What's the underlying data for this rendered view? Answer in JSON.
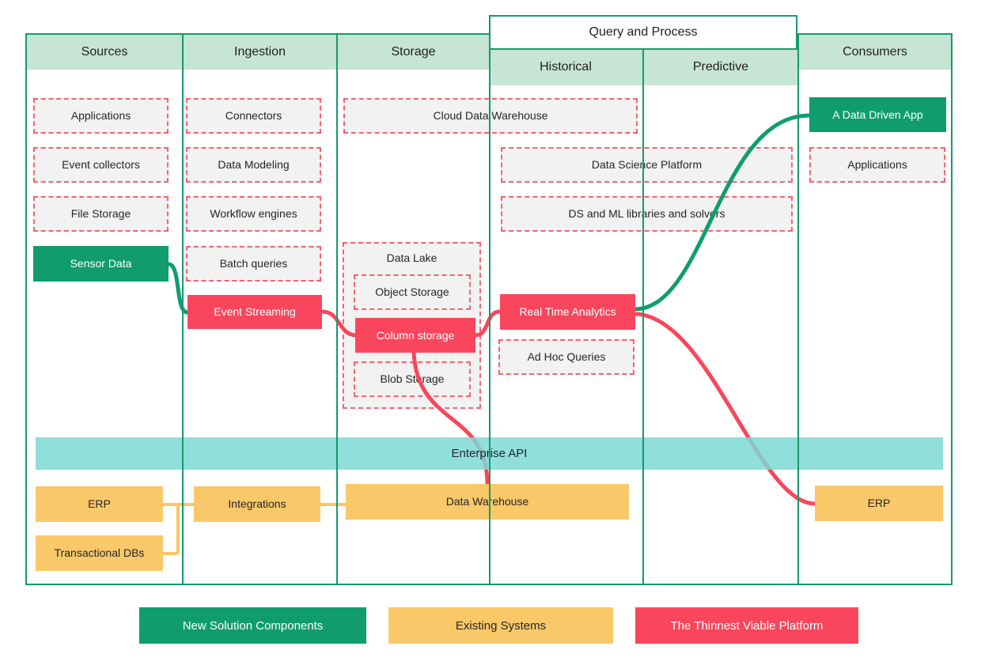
{
  "diagram": {
    "headers": {
      "sources": "Sources",
      "ingestion": "Ingestion",
      "storage": "Storage",
      "query_process": "Query and Process",
      "historical": "Historical",
      "predictive": "Predictive",
      "consumers": "Consumers"
    },
    "sources": {
      "applications": "Applications",
      "event_collectors": "Event collectors",
      "file_storage": "File Storage",
      "sensor_data": "Sensor Data"
    },
    "ingestion": {
      "connectors": "Connectors",
      "data_modeling": "Data Modeling",
      "workflow_engines": "Workflow engines",
      "batch_queries": "Batch queries",
      "event_streaming": "Event Streaming"
    },
    "storage": {
      "cloud_data_warehouse": "Cloud Data Warehouse",
      "data_lake": "Data Lake",
      "object_storage": "Object Storage",
      "column_storage": "Column storage",
      "blob_storage": "Blob Storage"
    },
    "query_process": {
      "data_science_platform": "Data Science Platform",
      "ds_ml_libraries": "DS and ML libraries and solvers",
      "real_time_analytics": "Real Time Analytics",
      "ad_hoc_queries": "Ad Hoc Queries"
    },
    "consumers": {
      "data_driven_app": "A Data Driven App",
      "applications": "Applications"
    },
    "integration_layer": {
      "enterprise_api": "Enterprise API",
      "erp_left": "ERP",
      "transactional_dbs": "Transactional DBs",
      "integrations": "Integrations",
      "data_warehouse": "Data Warehouse",
      "erp_right": "ERP"
    },
    "legend": {
      "new_solution": "New Solution Components",
      "existing_systems": "Existing Systems",
      "thinnest_viable": "The Thinnest Viable Platform"
    },
    "colors": {
      "solid_green": "#109c6f",
      "table_border_green": "#169a6b",
      "header_light_green": "#c7e5d4",
      "solid_red": "#f9465c",
      "dashed_border_pink": "#f5636e",
      "dashed_fill_gray": "#f2f2f2",
      "solid_yellow": "#f9c869",
      "api_bar_teal": "#7cd9d3"
    }
  }
}
